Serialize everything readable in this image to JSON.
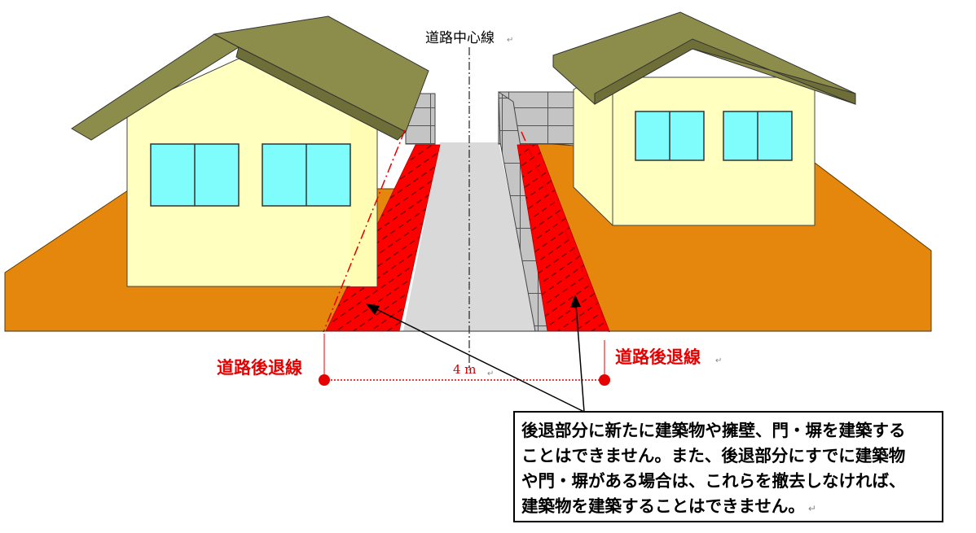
{
  "labels": {
    "center_line": "道路中心線",
    "setback_left": "道路後退線",
    "setback_right": "道路後退線",
    "width": "4 m",
    "return_mark": "↵"
  },
  "note": {
    "lines": [
      "後退部分に新たに建築物や擁壁、門・塀を建築する",
      "ことはできません。また、後退部分にすでに建築物",
      "や門・塀がある場合は、これらを撤去しなければ、",
      "建築物を建築することはできません。"
    ]
  },
  "colors": {
    "ground": "#e6870d",
    "house_wall": "#ffffc0",
    "roof": "#8c8c4b",
    "window": "#7ffdfd",
    "road": "#d9d9d9",
    "setback_zone": "#ff0000",
    "block_wall": "#c0c0c0"
  }
}
